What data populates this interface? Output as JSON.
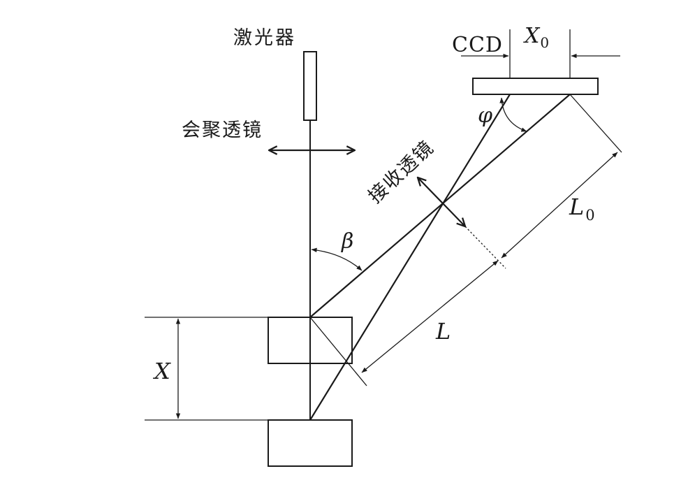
{
  "labels": {
    "laser": "激光器",
    "focusing_lens": "会聚透镜",
    "receiving_lens": "接收透镜",
    "ccd": "CCD",
    "x0_base": "X",
    "x0_sub": "0",
    "l0_base": "L",
    "l0_sub": "0",
    "l": "L",
    "x": "X",
    "beta": "β",
    "phi": "φ"
  },
  "colors": {
    "ink": "#1a1a1a",
    "background": "#ffffff"
  }
}
